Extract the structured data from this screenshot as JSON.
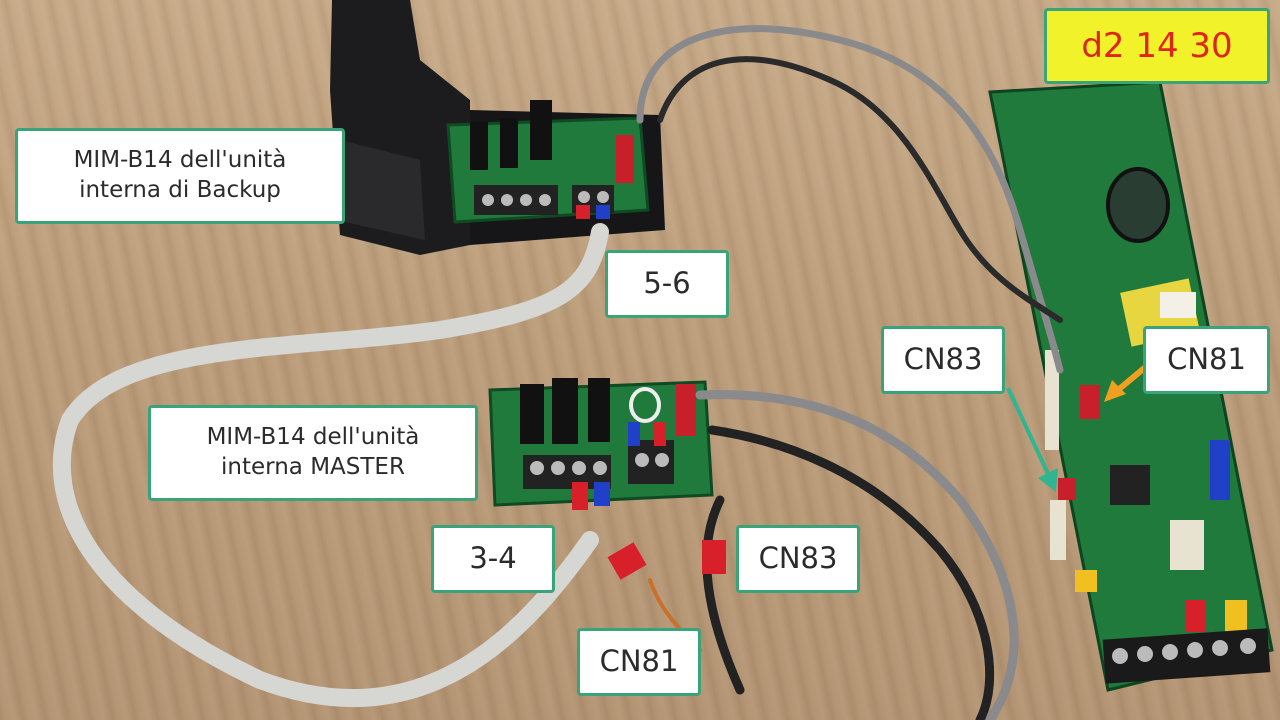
{
  "overlay_code": "d2 14 30",
  "labels": {
    "backup_board": "MIM-B14 dell'unità\ninterna di Backup",
    "master_board": "MIM-B14 dell'unità\ninterna MASTER",
    "terminal_5_6": "5-6",
    "terminal_3_4": "3-4",
    "cn83_main": "CN83",
    "cn81_main": "CN81",
    "cn83_cable": "CN83",
    "cn81_cable": "CN81"
  },
  "colors": {
    "label_border": "#3aa37a",
    "code_background": "#f2f22a",
    "code_text": "#e0241c",
    "pcb_green": "#1f7a3c",
    "arrow_teal": "#2fb590",
    "arrow_orange": "#f0a020"
  }
}
